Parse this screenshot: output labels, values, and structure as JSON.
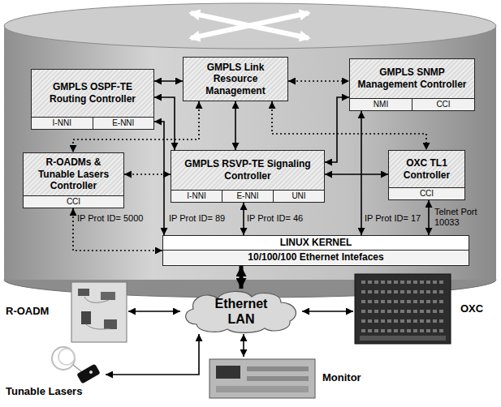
{
  "diagram": {
    "nodes": [
      {
        "text": [
          "GMPLS OSPF-TE Routing Controller",
          "I-NNI",
          "E-NNI"
        ]
      },
      {
        "text": [
          "GMPLS Link Resource Management"
        ]
      },
      {
        "text": [
          "GMPLS SNMP Management Controller",
          "NMI",
          "CCI"
        ]
      },
      {
        "text": [
          "R-OADMs & Tunable Lasers Controller",
          "CCI"
        ]
      },
      {
        "text": [
          "GMPLS RSVP-TE Signaling Controller",
          "I-NNI",
          "E-NNI",
          "UNI"
        ]
      },
      {
        "text": [
          "OXC TL1 Controller",
          "CCI"
        ]
      },
      {
        "text": [
          "LINUX KERNEL",
          "10/100/100 Ethernet Intefaces"
        ]
      },
      {
        "text": [
          "Ethernet LAN"
        ]
      },
      {
        "text": [
          "R-OADM"
        ]
      },
      {
        "text": [
          "Tunable Lasers"
        ]
      },
      {
        "text": [
          "Monitor"
        ]
      },
      {
        "text": [
          "OXC"
        ]
      }
    ],
    "edges": [
      {
        "from": 0,
        "to": 1,
        "arrow": "both"
      },
      {
        "from": 1,
        "to": 2,
        "arrow": "both"
      },
      {
        "from": 0,
        "to": 4,
        "arrow": "both"
      },
      {
        "from": 1,
        "to": 4,
        "arrow": "both"
      },
      {
        "from": 3,
        "to": 4,
        "arrow": "both"
      },
      {
        "from": 4,
        "to": 5,
        "arrow": "both"
      },
      {
        "from": 4,
        "to": 2,
        "arrow": "both"
      },
      {
        "from": 1,
        "to": 3,
        "arrow": "both"
      },
      {
        "from": 1,
        "to": 5,
        "arrow": "both"
      },
      {
        "from": 3,
        "to": 6,
        "arrow": "both"
      },
      {
        "from": 0,
        "to": 6,
        "arrow": "both"
      },
      {
        "from": 4,
        "to": 6,
        "arrow": "both"
      },
      {
        "from": 2,
        "to": 6,
        "arrow": "both"
      },
      {
        "from": 5,
        "to": 6,
        "arrow": "both"
      },
      {
        "from": 6,
        "to": 7,
        "arrow": "both"
      },
      {
        "from": 7,
        "to": 8,
        "arrow": "both"
      },
      {
        "from": 7,
        "to": 9,
        "arrow": "both"
      },
      {
        "from": 7,
        "to": 10,
        "arrow": "both"
      },
      {
        "from": 7,
        "to": 11,
        "arrow": "both"
      }
    ],
    "labels": [
      "IP Prot ID= 5000",
      "IP Prot ID= 89",
      "IP Prot ID= 46",
      "IP Prot ID= 17",
      "Telnet Port 10033"
    ]
  }
}
